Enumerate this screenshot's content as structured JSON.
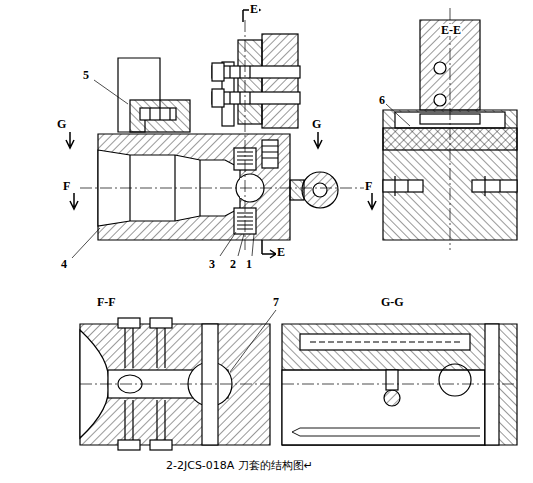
{
  "diagram": {
    "caption": "2-2JCS-018A 刀套的结构图↵",
    "labels": [
      "E",
      "5",
      "G",
      "G",
      "F",
      "F",
      "4",
      "3",
      "2",
      "1",
      "E",
      "E-E",
      "6",
      "F-F",
      "7",
      "G-G"
    ]
  }
}
